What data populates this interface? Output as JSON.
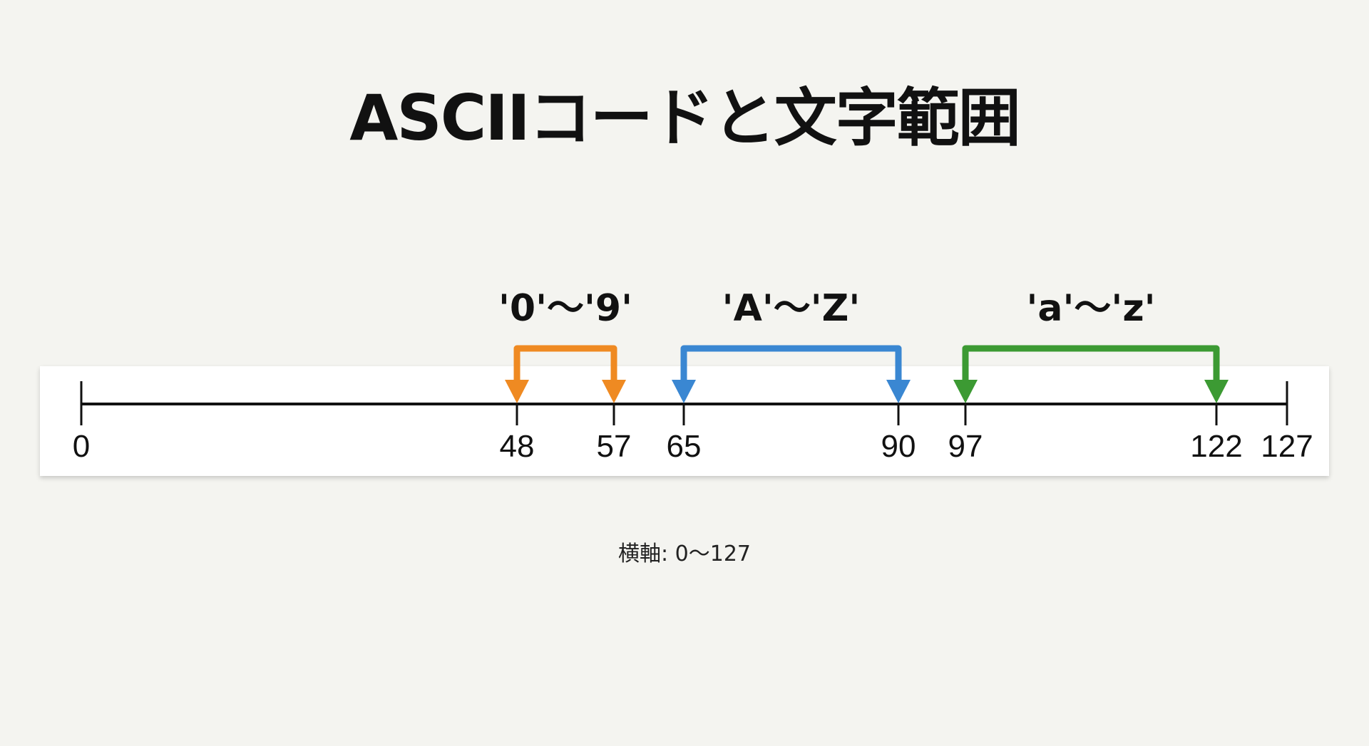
{
  "title": "ASCIIコードと文字範囲",
  "caption": "横軸: 0〜127",
  "chart_data": {
    "type": "number-line",
    "range": [
      0,
      127
    ],
    "ticks": [
      0,
      48,
      57,
      65,
      90,
      97,
      122,
      127
    ],
    "tick_labels": [
      "0",
      "48",
      "57",
      "65",
      "90",
      "97",
      "122",
      "127"
    ],
    "ranges": [
      {
        "label": "'0'〜'9'",
        "start": 48,
        "end": 57,
        "color": "#ef8a22"
      },
      {
        "label": "'A'〜'Z'",
        "start": 65,
        "end": 90,
        "color": "#3a87d2"
      },
      {
        "label": "'a'〜'z'",
        "start": 97,
        "end": 122,
        "color": "#3c9a33"
      }
    ]
  }
}
